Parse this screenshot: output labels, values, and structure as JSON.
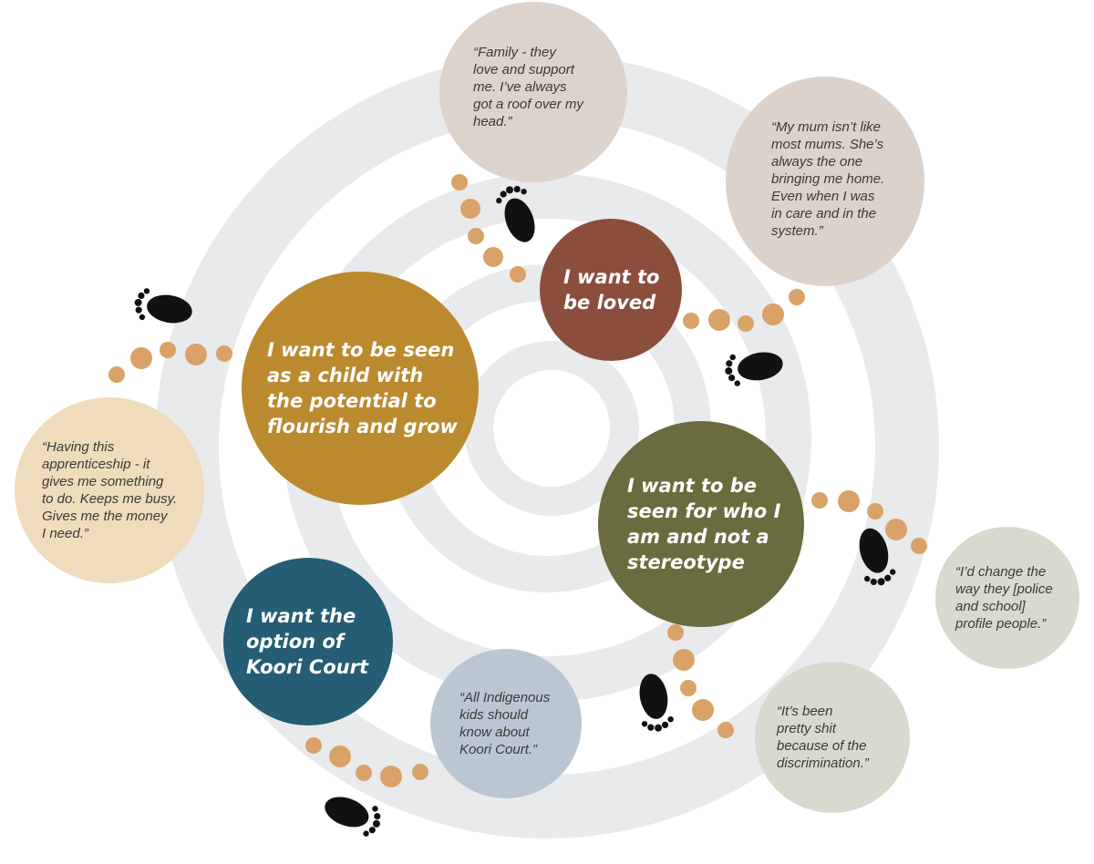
{
  "colors": {
    "spiral": "#e9eaec",
    "dot": "#d9a268",
    "foot": "#111111",
    "loved": "#8b4e3c",
    "potential": "#bb8a2e",
    "stereotype": "#6b6b40",
    "koori": "#245d74",
    "quote_family": "#ddd3cd",
    "quote_mum": "#dbd2cc",
    "quote_apprentice": "#efdcbc",
    "quote_profile": "#d9d9cf",
    "quote_discrimination": "#d9d9cf",
    "quote_indigenous": "#bac6d2"
  },
  "needs": {
    "loved": "I want to\nbe loved",
    "potential": "I want to be seen\nas a child with\nthe potential to\nflourish and grow",
    "stereotype": "I want to be\nseen for who I\nam and not a\nstereotype",
    "koori": "I want the\noption of\nKoori Court"
  },
  "quotes": {
    "family": "“Family - they\nlove and support\nme. I’ve always\ngot a roof over my\nhead.”",
    "mum": "“My mum isn’t like\nmost mums. She’s\nalways the one\nbringing me home.\nEven when I was\nin care and in the\nsystem.”",
    "apprentice": "“Having this\napprenticeship - it\ngives me something\nto do. Keeps me busy.\nGives me the money\nI need.”",
    "profile": "“I’d change the\nway they [police\nand school]\nprofile people.”",
    "discrimination": "“It’s been\npretty shit\nbecause of the\ndiscrimination.”",
    "indigenous": "“All Indigenous\nkids should\nknow about\nKoori Court.”"
  },
  "icons": {
    "footprint": "footprint-icon",
    "dot": "stepping-dot"
  }
}
